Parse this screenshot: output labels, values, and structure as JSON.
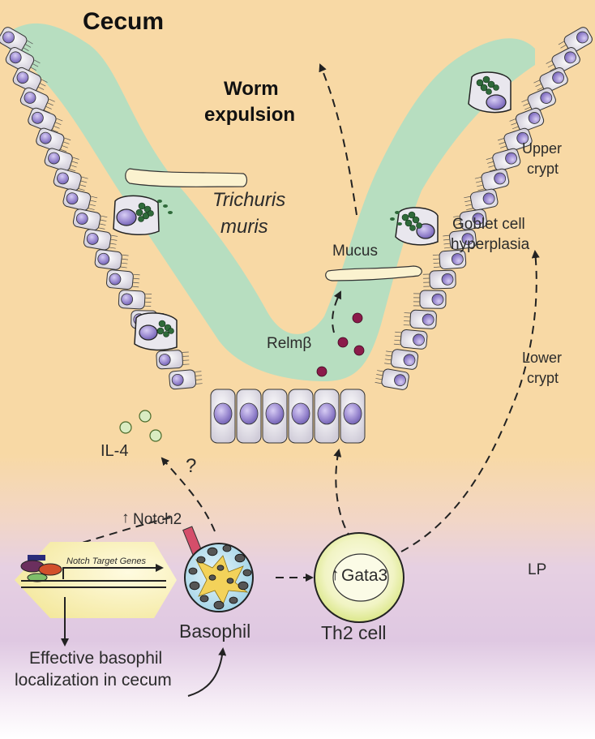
{
  "labels": {
    "cecum": "Cecum",
    "worm_expulsion_1": "Worm",
    "worm_expulsion_2": "expulsion",
    "trichuris_1": "Trichuris",
    "trichuris_2": "muris",
    "mucus": "Mucus",
    "goblet_1": "Goblet cell",
    "goblet_2": "hyperplasia",
    "upper_crypt_1": "Upper",
    "upper_crypt_2": "crypt",
    "lower_crypt_1": "Lower",
    "lower_crypt_2": "crypt",
    "relmb": "Relmβ",
    "il4": "IL-4",
    "question": "?",
    "notch2_arrow": "↑",
    "notch2": "Notch2",
    "notch_target": "Notch Target Genes",
    "basophil": "Basophil",
    "th2": "Th2 cell",
    "gata3_arrow": "↑",
    "gata3": "Gata3",
    "lp": "LP",
    "effective_1": "Effective basophil",
    "effective_2": "localization in cecum"
  },
  "colors": {
    "background_top": "#f8d9a5",
    "background_bottom": "#dfc8e2",
    "mucus_layer": "#b7dec0",
    "epithelial_cell": "#e8e6ec",
    "nucleus": "#9c8ccf",
    "goblet_granule": "#2f6a3a",
    "relmb_dot": "#8b1a4a",
    "il4_dot": "#d9ecc2",
    "worm": "#fbf2cf",
    "th2_outer": "#e7ee9d",
    "basophil_body": "#bfe3ef",
    "promoter_region": "#f6f2b4"
  }
}
